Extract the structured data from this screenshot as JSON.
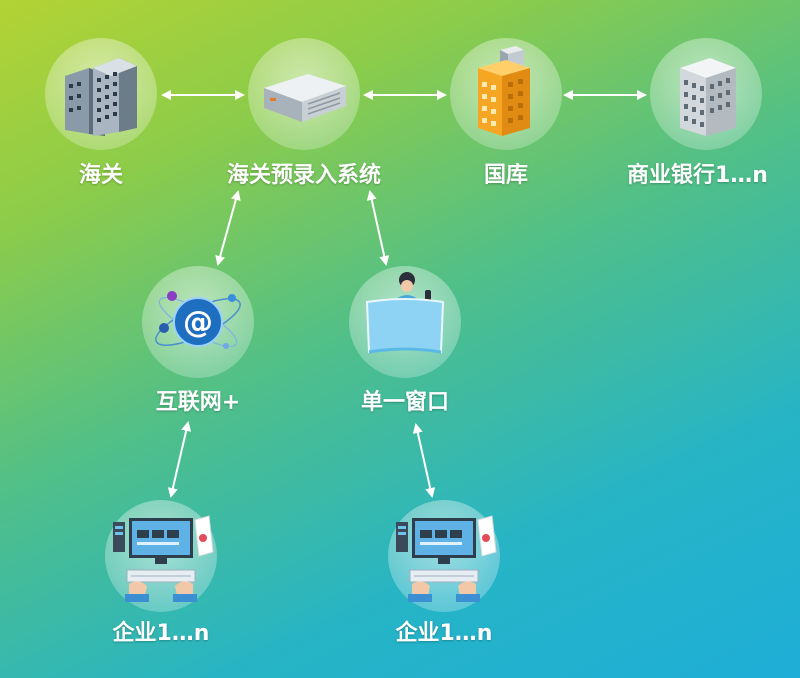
{
  "nodes": {
    "customs": {
      "label": "海关",
      "icon": "office-building-icon"
    },
    "preentry": {
      "label": "海关预录入系统",
      "icon": "server-icon"
    },
    "treasury": {
      "label": "国库",
      "icon": "orange-building-icon"
    },
    "bank": {
      "label": "商业银行1…n",
      "icon": "bank-building-icon"
    },
    "internet": {
      "label": "互联网+",
      "icon": "at-sign-globe-icon"
    },
    "window": {
      "label": "单一窗口",
      "icon": "service-desk-icon"
    },
    "enterprise_left": {
      "label": "企业1…n",
      "icon": "computer-workstation-icon"
    },
    "enterprise_right": {
      "label": "企业1…n",
      "icon": "computer-workstation-icon"
    }
  },
  "colors": {
    "arrow": "#ffffff",
    "label": "#ffffff"
  }
}
